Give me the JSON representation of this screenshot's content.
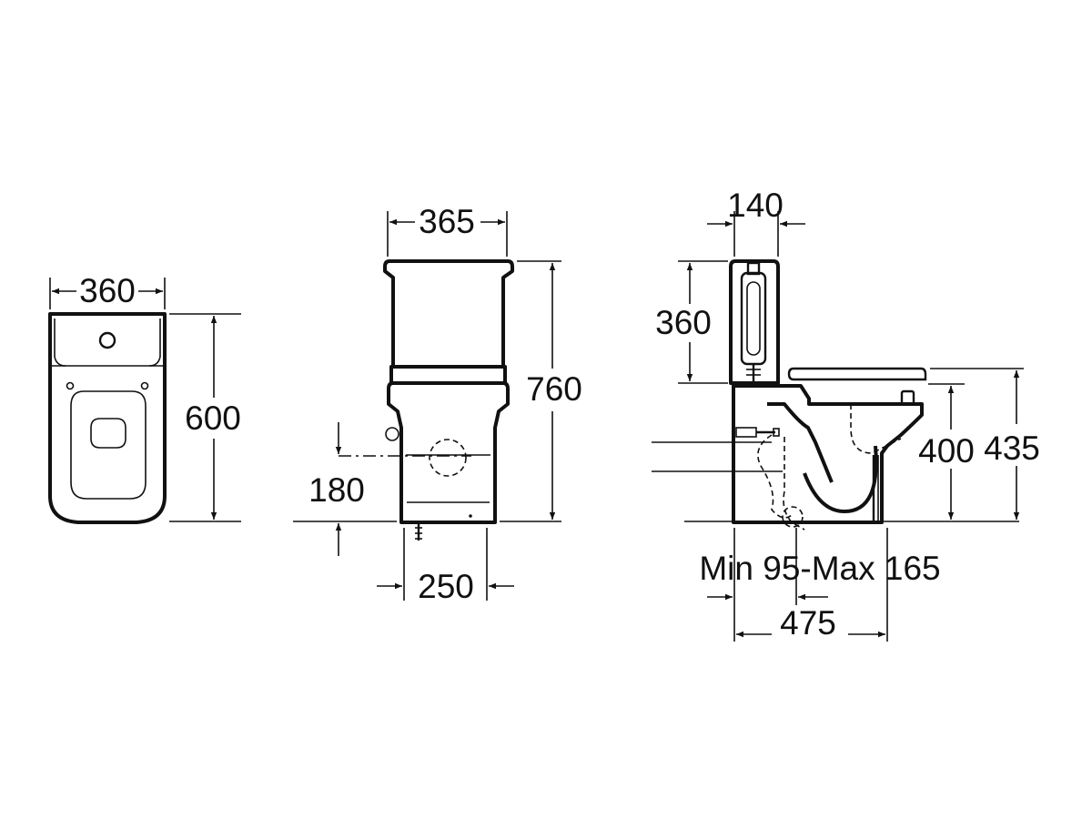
{
  "top_view": {
    "width_label": "360",
    "depth_label": "600"
  },
  "front_view": {
    "width_label": "365",
    "height_label": "760",
    "outlet_height_label": "180",
    "base_width_label": "250"
  },
  "side_view": {
    "cistern_depth_label": "140",
    "cistern_height_label": "360",
    "bowl_height_label": "400",
    "seat_height_label": "435",
    "outlet_range_label": "Min 95-Max 165",
    "total_depth_label": "475"
  }
}
